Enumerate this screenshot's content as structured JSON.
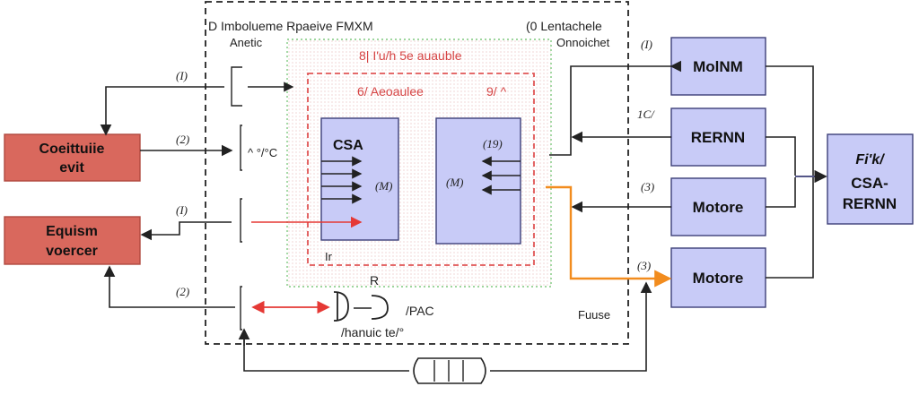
{
  "outer_block": {
    "title_left": "D Imbolueme Rpaeive FMXM",
    "title_left_sub": "Anetic",
    "title_right": "(0 Lentachele",
    "title_right_sub": "Onnoichet",
    "bottom_right_label": "Fuuse"
  },
  "inner_green": {
    "label": "8| I'u/h 5e auauble"
  },
  "inner_red": {
    "label_left": "6/ Aeoaulee",
    "label_right": "9/ ^"
  },
  "center_blocks": {
    "left": {
      "label": "CSA",
      "sub": "(M)"
    },
    "right": {
      "label": "(19)",
      "sub": "(M)"
    },
    "left_footnote": "Ir"
  },
  "left_boxes": [
    {
      "label_line1": "Coeittuiie",
      "label_line2": "evit"
    },
    {
      "label_line1": "Equism",
      "label_line2": "voercer"
    }
  ],
  "right_boxes": [
    {
      "label": "MolNM"
    },
    {
      "label": "RERNN"
    },
    {
      "label": "Motore"
    },
    {
      "label": "Motore"
    }
  ],
  "far_right_box": {
    "label_line1": "Fi'k/",
    "label_line2": "CSA-",
    "label_line3": "RERNN"
  },
  "left_ports": [
    {
      "num": "(I)",
      "tag": ""
    },
    {
      "num": "(2)",
      "tag": "^ °/°C"
    },
    {
      "num": "(I)",
      "tag": ""
    },
    {
      "num": "(2)",
      "tag": ""
    }
  ],
  "right_ports": [
    {
      "num": "(I)"
    },
    {
      "num": "1C/"
    },
    {
      "num": "(3)"
    },
    {
      "num": "(3)"
    }
  ],
  "bottom_block": {
    "label_top": "R",
    "label_right": "/PAC",
    "label_bottom": "/hanuic te/°"
  },
  "colors": {
    "red_box_fill": "#d9685d",
    "red_box_stroke": "#b04a40",
    "blue_box_fill": "#c8cbf7",
    "blue_box_stroke": "#3d3f78",
    "green_dotted": "#7fc97f",
    "red_dashed": "#e05555",
    "orange_line": "#f28c1e",
    "red_arrow": "#e53935"
  }
}
